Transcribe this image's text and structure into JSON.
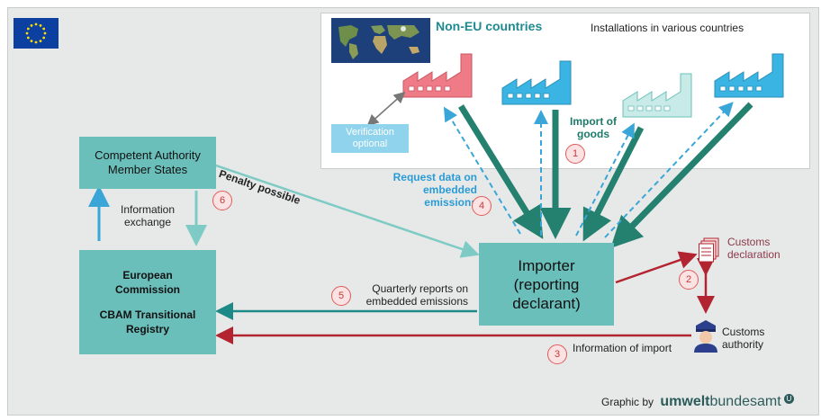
{
  "titles": {
    "non_eu": "Non-EU countries",
    "installations": "Installations in various countries"
  },
  "boxes": {
    "verification": "Verification optional",
    "competent_authority": "Competent Authority Member States",
    "european_commission": "European Commission",
    "cbam_registry": "CBAM Transitional Registry",
    "importer": "Importer (reporting declarant)"
  },
  "labels": {
    "import_of_goods": "Import of goods",
    "request_data": "Request data on embedded emissions",
    "penalty": "Penalty possible",
    "information_exchange": "Information exchange",
    "quarterly_reports": "Quarterly reports on embedded emissions",
    "information_of_import": "Information of import",
    "customs_declaration": "Customs declaration",
    "customs_authority": "Customs authority"
  },
  "steps": [
    "1",
    "2",
    "3",
    "4",
    "5",
    "6"
  ],
  "credit": {
    "prefix": "Graphic by",
    "brand_bold": "umwelt",
    "brand_regular": "bundesamt",
    "brand_mark": "U"
  },
  "colors": {
    "panel": "#e7e9e9",
    "box_teal": "#6bbfbb",
    "dark_arrow": "#24806f",
    "dashed_arrow": "#3aa6d8",
    "red_arrow": "#b32431",
    "factory_red": "#ee7b86",
    "factory_blue": "#3ab4e2",
    "factory_pale": "#c9ebe8",
    "eu_blue": "#0b3fa0",
    "eu_star": "#ffdd00"
  }
}
